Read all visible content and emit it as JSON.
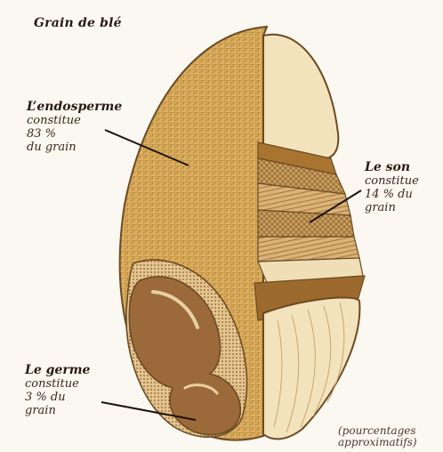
{
  "title": "Grain de blé",
  "labels": {
    "endosperme": {
      "name": "L’endosperme",
      "lines": [
        "constitue",
        "83 %",
        "du grain"
      ]
    },
    "son": {
      "name": "Le son",
      "lines": [
        "constitue",
        "14 % du",
        "grain"
      ]
    },
    "germe": {
      "name": "Le germe",
      "lines": [
        "constitue",
        "3 % du",
        "grain"
      ]
    }
  },
  "note": [
    "(pourcentages",
    "approximatifs)"
  ],
  "colors": {
    "background": "#fbf8f1",
    "endosperm": "#dcae5f",
    "endosperm_mesh": "#b4853a",
    "bran_light": "#f0deb6",
    "bran_dark": "#a8742f",
    "germ": "#9c6a3a",
    "outline": "#6b4a24",
    "leader": "#1d130c"
  }
}
